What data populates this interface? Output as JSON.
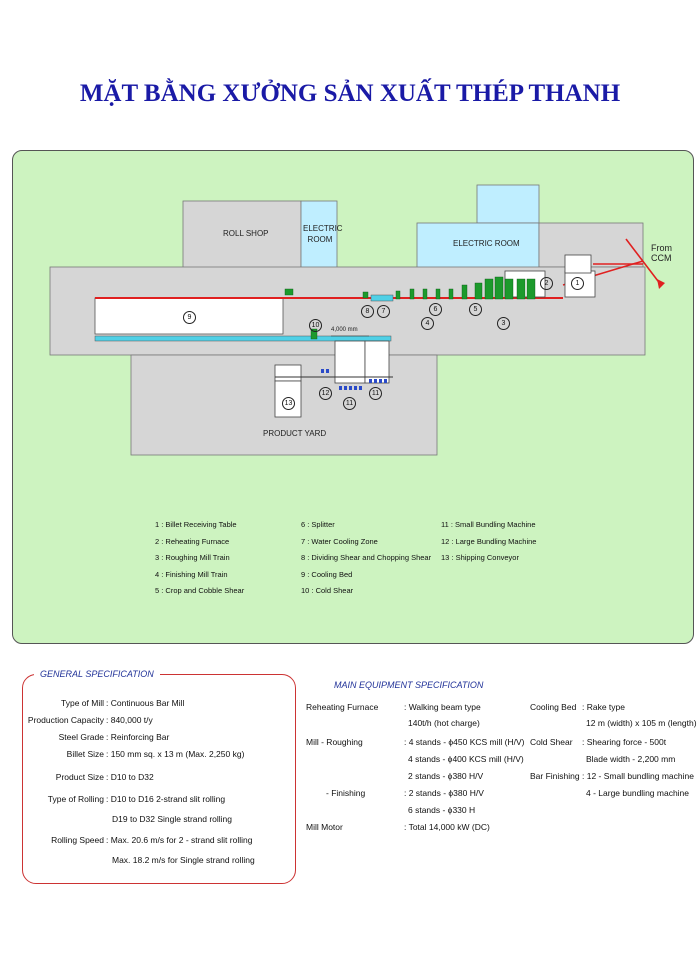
{
  "title": "MẶT BẰNG XƯỞNG SẢN XUẤT THÉP THANH",
  "plan": {
    "roll_shop": "ROLL SHOP",
    "electric_room_1": "ELECTRIC ROOM",
    "electric_room_2": "ELECTRIC ROOM",
    "from_ccm": "From CCM",
    "product_yard": "PRODUCT YARD",
    "dimension": "4,000 mm",
    "numbers": [
      "1",
      "2",
      "3",
      "4",
      "5",
      "6",
      "7",
      "8",
      "9",
      "10",
      "11",
      "12",
      "13",
      "11"
    ]
  },
  "legend": {
    "col1": [
      "1 : Billet Receiving Table",
      "2 : Reheating Furnace",
      "3 : Roughing Mill Train",
      "4 : Finishing Mill Train",
      "5 : Crop and Cobble Shear"
    ],
    "col2": [
      "6 : Splitter",
      "7 : Water Cooling Zone",
      "8 : Dividing Shear and Chopping Shear",
      "9 : Cooling Bed",
      "10 : Cold Shear"
    ],
    "col3": [
      "11 : Small Bundling Machine",
      "12 : Large Bundling Machine",
      "13 : Shipping Conveyor"
    ]
  },
  "general": {
    "heading": "GENERAL SPECIFICATION",
    "rows": [
      {
        "k": "Type of Mill",
        "v": ": Continuous Bar Mill"
      },
      {
        "k": "Production Capacity",
        "v": ": 840,000 t/y"
      },
      {
        "k": "Steel Grade",
        "v": ": Reinforcing Bar"
      },
      {
        "k": "Billet Size",
        "v": ": 150 mm sq. x 13 m (Max. 2,250 kg)"
      },
      {
        "k": "Product Size",
        "v": ": D10 to D32"
      },
      {
        "k": "Type of Rolling",
        "v": ": D10 to D16 2-strand slit rolling"
      },
      {
        "k": "",
        "v": "D19 to D32 Single strand rolling"
      },
      {
        "k": "Rolling Speed",
        "v": ": Max. 20.6 m/s  for 2 - strand slit rolling"
      },
      {
        "k": "",
        "v": "Max. 18.2 m/s  for Single strand rolling"
      }
    ]
  },
  "main": {
    "heading": "MAIN EQUIPMENT SPECIFICATION",
    "left": [
      {
        "k": "Reheating Furnace",
        "v": ": Walking beam type"
      },
      {
        "k": "",
        "v": "140t/h (hot charge)"
      },
      {
        "k": "Mill   - Roughing",
        "v": ": 4 stands - ϕ450 KCS mill (H/V)"
      },
      {
        "k": "",
        "v": "4 stands - ϕ400 KCS mill (H/V)"
      },
      {
        "k": "",
        "v": "2 stands - ϕ380 H/V"
      },
      {
        "k": "- Finishing",
        "v": ": 2 stands - ϕ380 H/V"
      },
      {
        "k": "",
        "v": "6 stands - ϕ330 H"
      },
      {
        "k": "Mill Motor",
        "v": ": Total  14,000 kW (DC)"
      }
    ],
    "right": [
      {
        "k": "Cooling Bed",
        "v": ": Rake type"
      },
      {
        "k": "",
        "v": "12 m (width) x 105 m (length)"
      },
      {
        "k": "Cold Shear",
        "v": ": Shearing force - 500t"
      },
      {
        "k": "",
        "v": "Blade width - 2,200 mm"
      },
      {
        "k": "Bar Finishing",
        "v": ": 12 - Small bundling machine"
      },
      {
        "k": "",
        "v": "4 - Large bundling machine"
      }
    ]
  }
}
